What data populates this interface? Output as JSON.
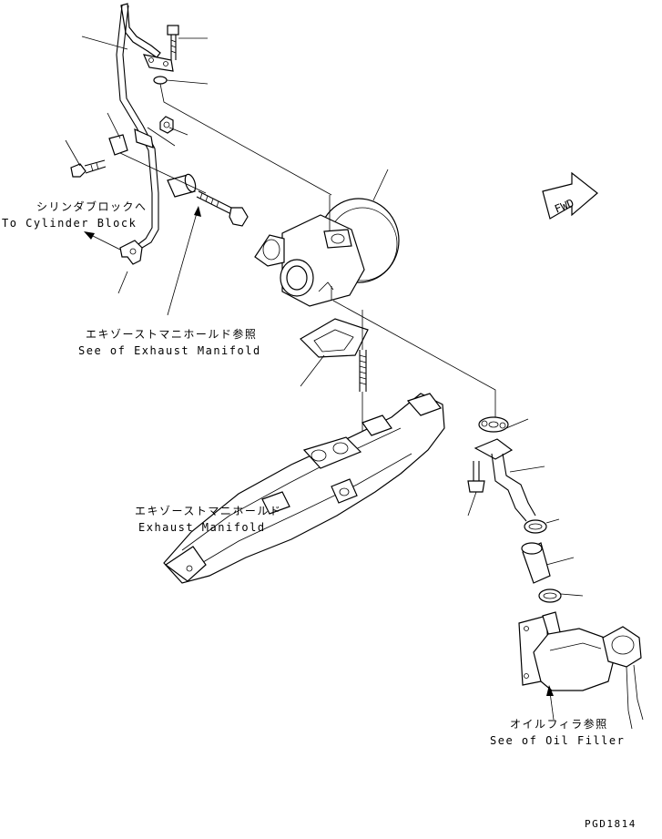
{
  "labels": {
    "cylinder_block_jp": "シリンダブロックへ",
    "cylinder_block_en": "To Cylinder Block",
    "exhaust_ref_jp": "エキゾーストマニホールド参照",
    "exhaust_ref_en": "See of Exhaust Manifold",
    "exhaust_jp": "エキゾーストマニホールド",
    "exhaust_en": "Exhaust Manifold",
    "oil_filler_jp": "オイルフィラ参照",
    "oil_filler_en": "See of Oil Filler",
    "fwd": "FWD",
    "drawing_code": "PGD1814"
  }
}
